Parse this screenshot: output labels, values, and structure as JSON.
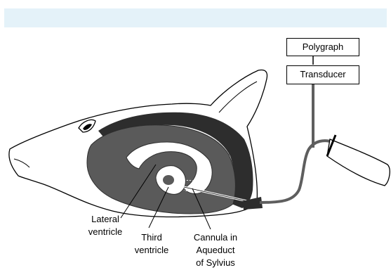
{
  "boxes": {
    "polygraph": "Polygraph",
    "transducer": "Transducer"
  },
  "labels": {
    "lateral_line1": "Lateral",
    "lateral_line2": "ventricle",
    "third_line1": "Third",
    "third_line2": "ventricle",
    "cannula_line1": "Cannula in",
    "cannula_line2": "Aqueduct",
    "cannula_line3": "of Sylvius"
  },
  "colors": {
    "band": "#e4f2f9",
    "brain": "#5a5a5a",
    "skull": "#2d2d2d",
    "ventricle": "#ffffff",
    "tube": "#5e5e5e"
  }
}
